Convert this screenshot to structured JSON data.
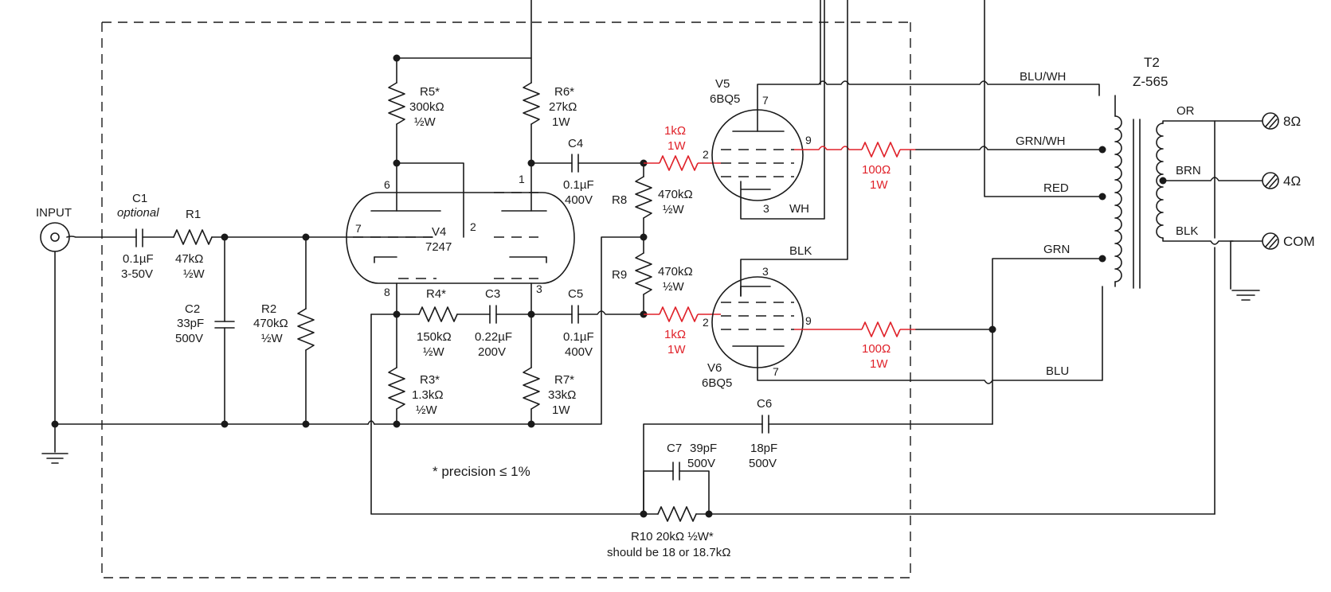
{
  "labels": {
    "input": "INPUT",
    "c1": [
      "C1",
      "optional",
      "0.1µF",
      "3-50V"
    ],
    "r1": [
      "R1",
      "47kΩ",
      "½W"
    ],
    "c2": [
      "C2",
      "33pF",
      "500V"
    ],
    "r2": [
      "R2",
      "470kΩ",
      "½W"
    ],
    "r5": [
      "R5*",
      "300kΩ",
      "½W"
    ],
    "r6": [
      "R6*",
      "27kΩ",
      "1W"
    ],
    "v4": [
      "V4",
      "7247"
    ],
    "c4": [
      "C4",
      "0.1µF",
      "400V"
    ],
    "r8": [
      "R8",
      "470kΩ",
      "½W"
    ],
    "r9": [
      "R9",
      "470kΩ",
      "½W"
    ],
    "r4": [
      "R4*",
      "150kΩ",
      "½W"
    ],
    "c3": [
      "C3",
      "0.22µF",
      "200V"
    ],
    "c5": [
      "C5",
      "0.1µF",
      "400V"
    ],
    "r3": [
      "R3*",
      "1.3kΩ",
      "½W"
    ],
    "r7": [
      "R7*",
      "33kΩ",
      "1W"
    ],
    "v5": [
      "V5",
      "6BQ5"
    ],
    "v6": [
      "V6",
      "6BQ5"
    ],
    "grid_stop_top": [
      "1kΩ",
      "1W"
    ],
    "grid_stop_bot": [
      "1kΩ",
      "1W"
    ],
    "screen_res_top": [
      "100Ω",
      "1W"
    ],
    "screen_res_bot": [
      "100Ω",
      "1W"
    ],
    "c6": [
      "C6",
      "18pF",
      "500V"
    ],
    "c7": [
      "C7",
      "39pF",
      "500V"
    ],
    "r10": [
      "R10 20kΩ ½W*",
      "should be 18 or 18.7kΩ"
    ],
    "precision_note": "* precision ≤ 1%",
    "t2": [
      "T2",
      "Z-565"
    ],
    "wires": {
      "blu_wh": "BLU/WH",
      "grn_wh": "GRN/WH",
      "red": "RED",
      "grn": "GRN",
      "blu": "BLU",
      "wh": "WH",
      "blk": "BLK",
      "or": "OR",
      "brn": "BRN",
      "blk_sec": "BLK"
    },
    "terminals": {
      "t8": "8Ω",
      "t4": "4Ω",
      "com": "COM"
    },
    "pins": {
      "v4_6": "6",
      "v4_7": "7",
      "v4_8": "8",
      "v4_1": "1",
      "v4_2": "2",
      "v4_3": "3",
      "v5_7": "7",
      "v5_2": "2",
      "v5_9": "9",
      "v5_3": "3",
      "v6_3": "3",
      "v6_2": "2",
      "v6_9": "9",
      "v6_7": "7"
    }
  },
  "colors": {
    "wire": "#1a1a1a",
    "highlight": "#e0222a"
  }
}
